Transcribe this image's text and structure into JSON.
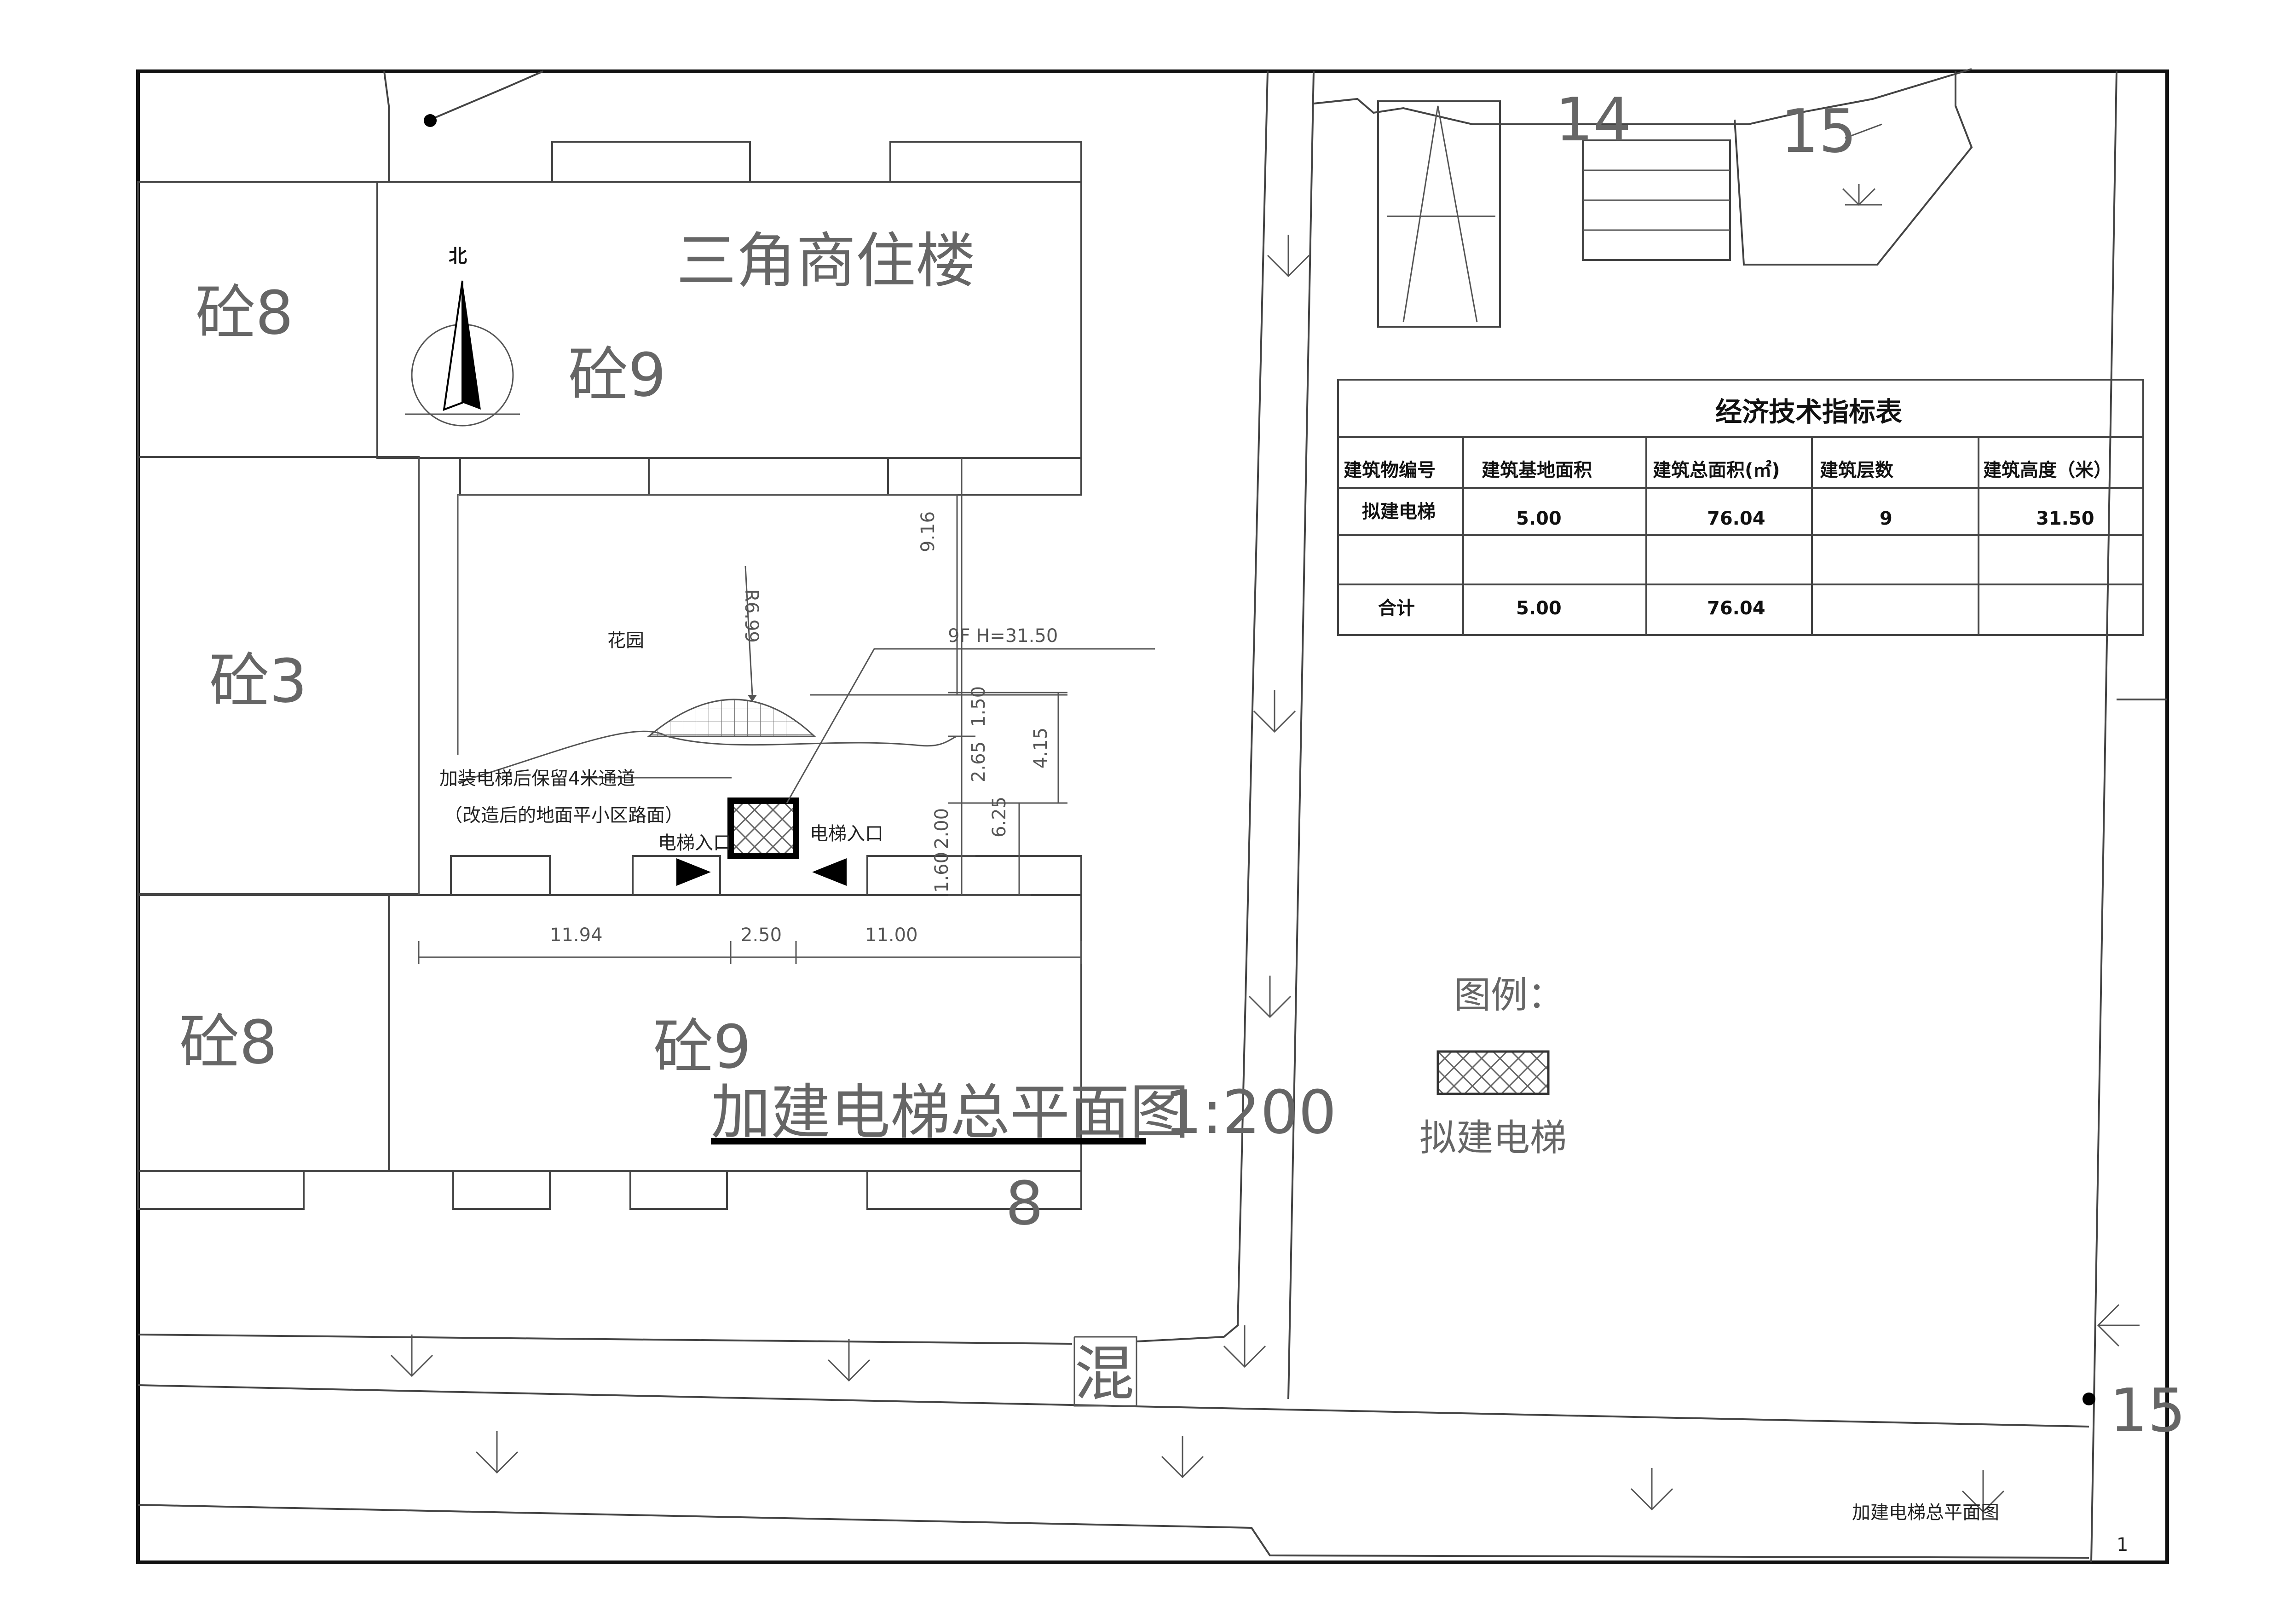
{
  "buildings": {
    "triangle_commercial": "三角商住楼",
    "con8_a": "砼8",
    "con9_a": "砼9",
    "con3": "砼3",
    "con8_b": "砼8",
    "con9_b": "砼9",
    "num8": "8",
    "hun": "混",
    "num14": "14",
    "num15": "15",
    "num15_right": "15",
    "num1": "1"
  },
  "north": {
    "label": "北"
  },
  "site": {
    "garden": "花园",
    "radius": "R6.99",
    "elevation": "9F H=31.50",
    "passage_note": "加装电梯后保留4米通道",
    "road_note": "（改造后的地面平小区路面）",
    "entrance_left": "电梯入口",
    "entrance_right": "电梯入口"
  },
  "dimensions": {
    "d916": "9.16",
    "d150": "1.50",
    "d265": "2.65",
    "d415": "4.15",
    "d200": "2.00",
    "d625": "6.25",
    "d160": "1.60",
    "d1194": "11.94",
    "d250": "2.50",
    "d1100": "11.00"
  },
  "plan_title": {
    "main": "加建电梯总平面图",
    "scale": "1:200"
  },
  "legend": {
    "title": "图例：",
    "item": "拟建电梯"
  },
  "table": {
    "title": "经济技术指标表",
    "headers": [
      "建筑物编号",
      "建筑基地面积",
      "建筑总面积(㎡)",
      "建筑层数",
      "建筑高度（米）"
    ],
    "row1": [
      "拟建电梯",
      "5.00",
      "76.04",
      "9",
      "31.50"
    ],
    "row2": [
      "",
      "",
      "",
      "",
      ""
    ],
    "row3": [
      "合计",
      "5.00",
      "76.04",
      "",
      ""
    ]
  },
  "footer": {
    "drawing_name": "加建电梯总平面图"
  }
}
